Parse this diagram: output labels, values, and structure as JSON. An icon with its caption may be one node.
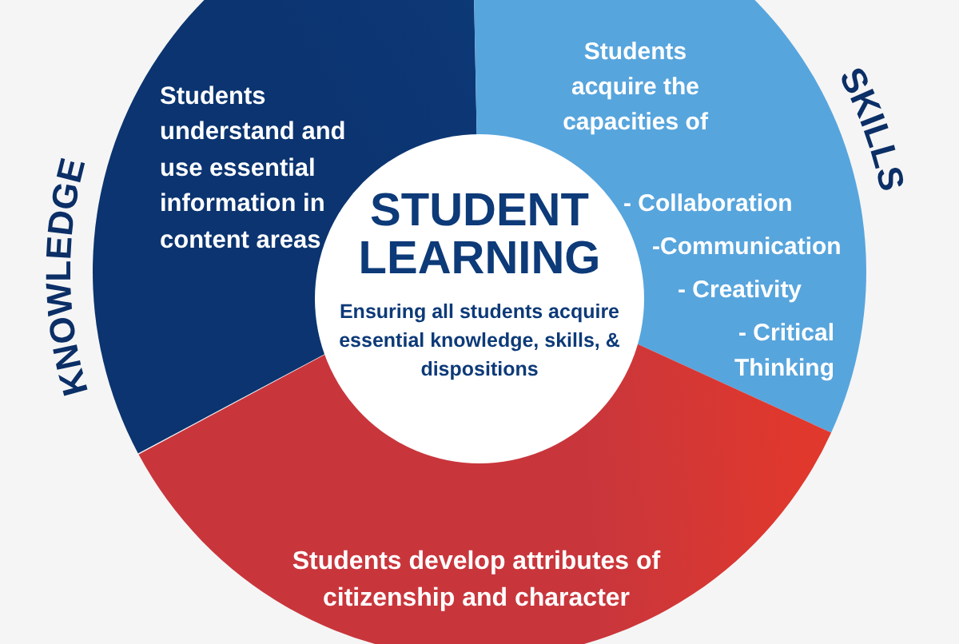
{
  "diagram": {
    "nodes": [
      {
        "text": [
          "KNOWLEDGE",
          "Students understand and use essential information in content areas"
        ]
      },
      {
        "text": [
          "SKILLS",
          "Students acquire the capacities of",
          "- Collaboration",
          "-Communication",
          "- Creativity",
          "- Critical Thinking"
        ]
      },
      {
        "text": [
          "Students develop attributes of citizenship and character"
        ]
      },
      {
        "text": [
          "STUDENT LEARNING",
          "Ensuring all students acquire essential knowledge, skills, & dispositions"
        ]
      }
    ]
  }
}
